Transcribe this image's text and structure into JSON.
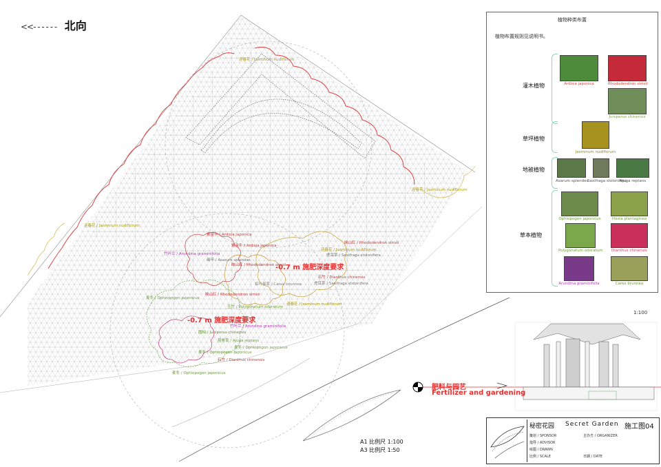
{
  "north": {
    "label": "北向"
  },
  "legend": {
    "title": "植物种类布置",
    "subtitle": "植物布置规则见说明书。",
    "categories": [
      {
        "label": "灌木植物",
        "plants": [
          {
            "name": "Ardisia japonica",
            "color": "#d4463f"
          },
          {
            "name": "Rhododendron simsii",
            "color": "#d4463f"
          },
          {
            "name": "Juniperus chinensis",
            "color": "#7a9e4a"
          }
        ]
      },
      {
        "label": "草坪植物",
        "plants": [
          {
            "name": "Jasminum nudiflorum",
            "color": "#8a8a2a"
          }
        ]
      },
      {
        "label": "地被植物",
        "plants": [
          {
            "name": "Asarum splendes",
            "color": "#555555"
          },
          {
            "name": "Saxifraga stolonifera",
            "color": "#555555"
          },
          {
            "name": "Ajuga reptans",
            "color": "#555555"
          }
        ]
      },
      {
        "label": "草本植物",
        "plants": [
          {
            "name": "Ophiopogon japonicus",
            "color": "#6a9a3a"
          },
          {
            "name": "Hosta plantaginea",
            "color": "#6a9a3a"
          },
          {
            "name": "Polygonatum odoratum",
            "color": "#6a9a3a"
          },
          {
            "name": "Dianthus chinensis",
            "color": "#d43a5a"
          },
          {
            "name": "Arundina graminifolia",
            "color": "#b03ab0"
          },
          {
            "name": "Carex brunnea",
            "color": "#6a9a3a"
          }
        ]
      }
    ]
  },
  "plan_labels": [
    {
      "text": "迎春花 / Jasminum nudiflorum",
      "color": "#a89a1a"
    },
    {
      "text": "迎春花 / Jasminum nudiflorum",
      "color": "#a89a1a"
    },
    {
      "text": "迎春花 / Jasminum nudiflorum",
      "color": "#a89a1a"
    },
    {
      "text": "紫金牛 / Ardisia japonica",
      "color": "#c43a3a"
    },
    {
      "text": "紫金牛 / Ardisia japonica",
      "color": "#c43a3a"
    },
    {
      "text": "竹叶兰 / Arundina graminifolia",
      "color": "#b03ab0"
    },
    {
      "text": "细辛 / Asarum splendes",
      "color": "#777777"
    },
    {
      "text": "映山红 / Rhododendron simsii",
      "color": "#c43a3a"
    },
    {
      "text": "映山红 / Rhododendron simsii",
      "color": "#c43a3a"
    },
    {
      "text": "迎春花 / Jasminum nudiflorum",
      "color": "#a89a1a"
    },
    {
      "text": "虎耳草 / Saxifraga stolonifera",
      "color": "#777777"
    },
    {
      "text": "石竹 / Dianthus chinensis",
      "color": "#c43a3a"
    },
    {
      "text": "棕叶薹草 / Carex brunnea",
      "color": "#888888"
    },
    {
      "text": "虎耳草 / Saxifraga stolonifera",
      "color": "#777777"
    },
    {
      "text": "映山红 / Rhododendron simsii",
      "color": "#c43a3a"
    },
    {
      "text": "玉竹 / Polygonatum odoratum",
      "color": "#6a9a3a"
    },
    {
      "text": "迎春花 / Jasminum nudiflorum",
      "color": "#a89a1a"
    },
    {
      "text": "麦冬 / Ophiopogon japonicus",
      "color": "#6a9a3a"
    },
    {
      "text": "竹叶兰 / Arundina graminifolia",
      "color": "#b03ab0"
    },
    {
      "text": "圆柏 / Juniperus chinensis",
      "color": "#6a9a3a"
    },
    {
      "text": "筋骨草 / Ajuga reptans",
      "color": "#6a9a3a"
    },
    {
      "text": "麦冬 / Ophiopogon japonicus",
      "color": "#6a9a3a"
    },
    {
      "text": "麦冬 / Ophiopogon japonicus",
      "color": "#6a9a3a"
    },
    {
      "text": "石竹 / Dianthus chinensis",
      "color": "#c43a3a"
    },
    {
      "text": "麦冬 / Ophiopogon japonicus",
      "color": "#6a9a3a"
    }
  ],
  "warnings": {
    "w1": "-0.7 m 施肥深度要求",
    "w2": "-0.7 m 施肥深度要求"
  },
  "fertilizer": {
    "cn": "肥料与园艺",
    "en": "Fertilizer and gardening"
  },
  "section_scale": "1:100",
  "scales": {
    "a1": "A1 比例尺 1:100",
    "a3": "A3 比例尺 1:50"
  },
  "title_block": {
    "title_cn": "秘密花园",
    "title_en": "Secret Garden",
    "sheet": "施工图04",
    "lines": [
      "策划 / SPONSOR",
      "主办方 / ORGANIZER",
      "指导 / ADVISOR",
      "绘图 / DRAWN",
      "比例 / SCALE",
      "日期 / DATE"
    ]
  },
  "colors": {
    "red": "#e53030",
    "grid": "#b9b9b9",
    "legend_brace": "#8ed8b6"
  }
}
